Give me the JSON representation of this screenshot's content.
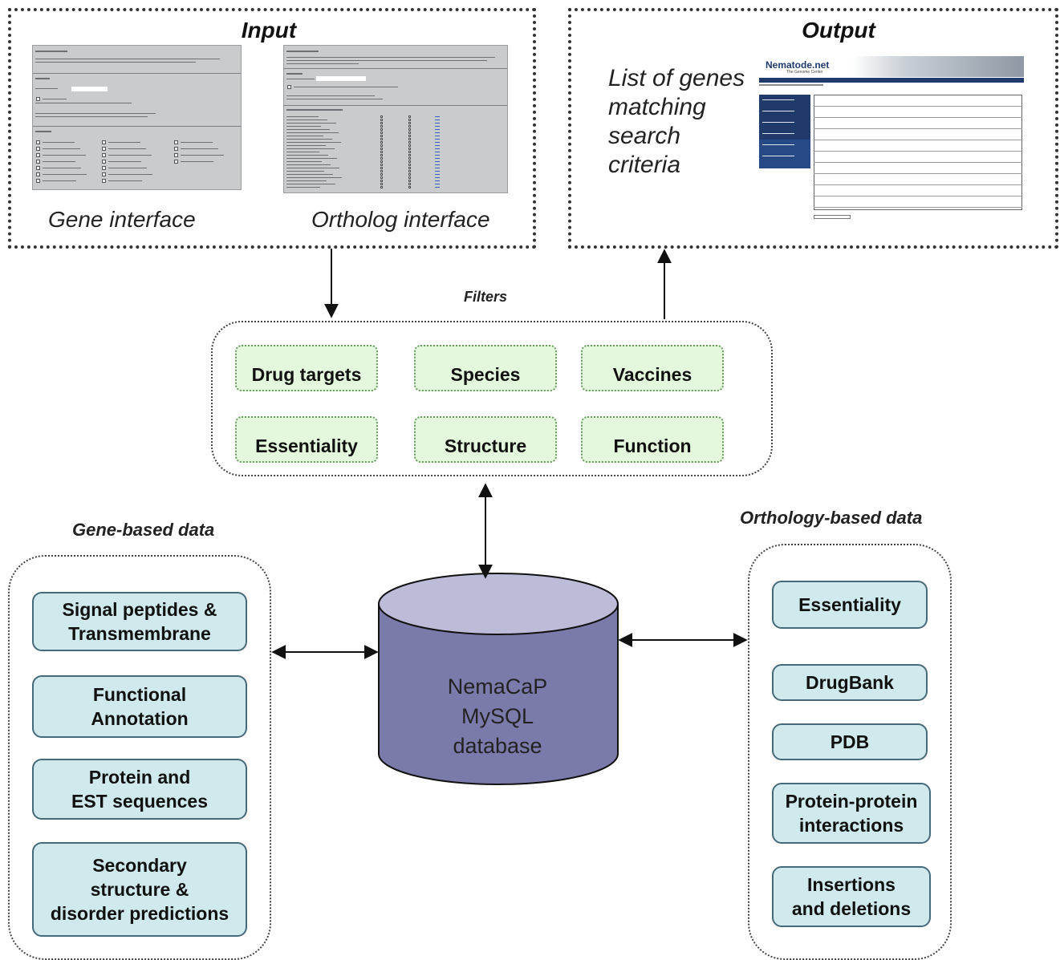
{
  "input": {
    "title": "Input",
    "gene_interface_label": "Gene interface",
    "ortholog_interface_label": "Ortholog interface"
  },
  "output": {
    "title": "Output",
    "description": "List of genes\nmatching\nsearch\ncriteria",
    "site_logo": "Nematode.net",
    "site_tagline": "The Genome Center"
  },
  "filters": {
    "title": "Filters",
    "items": [
      "Drug targets",
      "Species",
      "Vaccines",
      "Essentiality",
      "Structure",
      "Function"
    ]
  },
  "database": {
    "label": "NemaCaP\nMySQL\ndatabase"
  },
  "gene_based": {
    "title": "Gene-based data",
    "items": [
      "Signal peptides &\nTransmembrane",
      "Functional\nAnnotation",
      "Protein and\nEST sequences",
      "Secondary\nstructure  &\ndisorder predictions"
    ]
  },
  "orthology_based": {
    "title": "Orthology-based data",
    "items": [
      "Essentiality",
      "DrugBank",
      "PDB",
      "Protein-protein\ninteractions",
      "Insertions\nand deletions"
    ]
  },
  "colors": {
    "filter_fill": "#e3f8dc",
    "data_box_fill": "#cfe9ec",
    "database_fill": "#7b7bab",
    "database_top": "#bcbcd8"
  }
}
